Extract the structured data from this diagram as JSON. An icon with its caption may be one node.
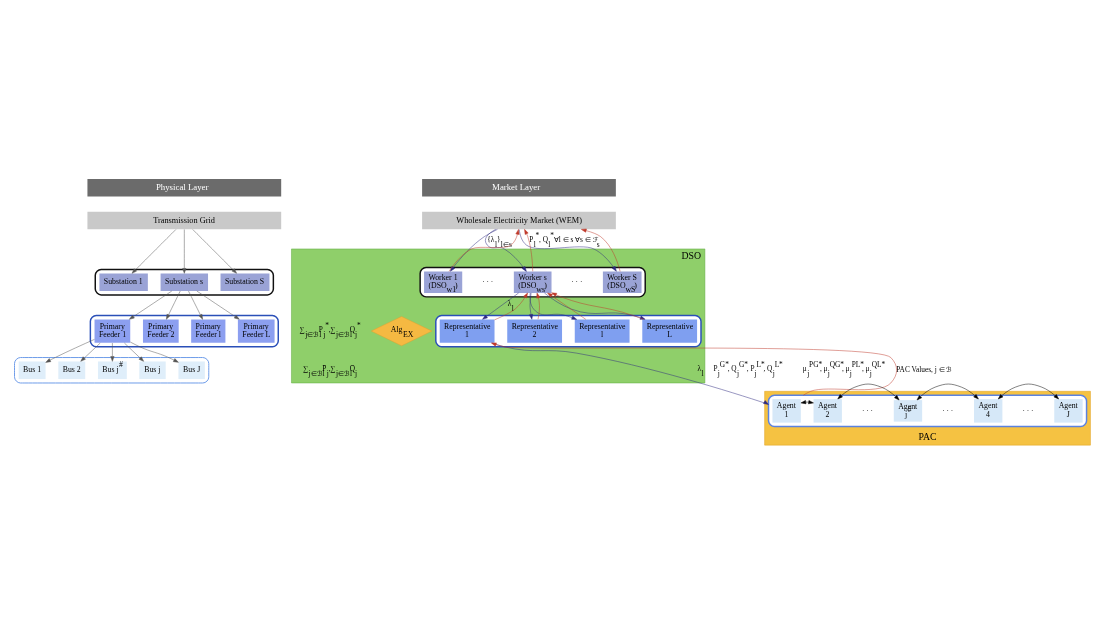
{
  "diagram": {
    "nodes": [
      {
        "text": [
          "Physical Layer"
        ]
      },
      {
        "text": [
          "Transmission Grid"
        ]
      },
      {
        "text": [],
        "shape": "box"
      },
      {
        "text": [
          "Substation 1"
        ],
        "in": 2
      },
      {
        "text": [
          "Substation s"
        ],
        "in": 2
      },
      {
        "text": [
          "Substation S"
        ],
        "in": 2
      },
      {
        "text": [],
        "shape": "box"
      },
      {
        "text": [
          "Primary Feeder 1"
        ],
        "in": 6
      },
      {
        "text": [
          "Primary Feeder 2"
        ],
        "in": 6
      },
      {
        "text": [
          "Primary Feeder l"
        ],
        "in": 6
      },
      {
        "text": [
          "Primary Feeder L"
        ],
        "in": 6
      },
      {
        "text": [],
        "shape": "box"
      },
      {
        "text": [
          "Bus 1"
        ],
        "in": 11
      },
      {
        "text": [
          "Bus 2"
        ],
        "in": 11
      },
      {
        "text": [
          "Bus j$^{#}$"
        ],
        "in": 11
      },
      {
        "text": [
          "Bus j"
        ],
        "in": 11
      },
      {
        "text": [
          "Bus J"
        ],
        "in": 11
      },
      {
        "text": [
          "Market Layer"
        ]
      },
      {
        "text": [
          "Wholesale Electricity Market (WEM)"
        ]
      },
      {
        "text": [
          "DSO"
        ]
      },
      {
        "text": [],
        "shape": "box",
        "in": 19
      },
      {
        "text": [
          "Worker 1 (DSO$_{w1}$)"
        ],
        "in": 20
      },
      {
        "text": [
          "Worker s (DSO$_{ws}$)"
        ],
        "in": 20
      },
      {
        "text": [
          "Worker S (DSO$_{wS}$)"
        ],
        "in": 20
      },
      {
        "text": [],
        "shape": "box",
        "in": 19
      },
      {
        "text": [
          "Representative 1"
        ],
        "in": 24
      },
      {
        "text": [
          "Representative 2"
        ],
        "in": 24
      },
      {
        "text": [
          "Representative l"
        ],
        "in": 24
      },
      {
        "text": [
          "Representative L"
        ],
        "in": 24
      },
      {
        "text": [
          "Alg$_{EX}$"
        ],
        "in": 19
      },
      {
        "text": [
          "PAC"
        ]
      },
      {
        "text": [],
        "shape": "box",
        "in": 30
      },
      {
        "text": [
          "Agent 1"
        ],
        "in": 31
      },
      {
        "text": [
          "Agent 2"
        ],
        "in": 31
      },
      {
        "text": [
          "Agent j$^{#}$"
        ],
        "in": 31
      },
      {
        "text": [
          "Agent 4"
        ],
        "in": 31
      },
      {
        "text": [
          "Agent J"
        ],
        "in": 31
      }
    ],
    "edges": [
      {
        "from": 1,
        "to": 3,
        "arrow": "to"
      },
      {
        "from": 1,
        "to": 4,
        "arrow": "to"
      },
      {
        "from": 1,
        "to": 5,
        "arrow": "to"
      },
      {
        "from": 4,
        "to": 7,
        "arrow": "to"
      },
      {
        "from": 4,
        "to": 8,
        "arrow": "to"
      },
      {
        "from": 4,
        "to": 9,
        "arrow": "to"
      },
      {
        "from": 4,
        "to": 10,
        "arrow": "to"
      },
      {
        "from": 7,
        "to": 12,
        "arrow": "to"
      },
      {
        "from": 7,
        "to": 13,
        "arrow": "to"
      },
      {
        "from": 7,
        "to": 14,
        "arrow": "to"
      },
      {
        "from": 7,
        "to": 15,
        "arrow": "to"
      },
      {
        "from": 7,
        "to": 16,
        "arrow": "to"
      },
      {
        "from": 18,
        "to": 21,
        "arrow": "to",
        "color": "#2e2a80"
      },
      {
        "from": 21,
        "to": 18,
        "arrow": "to",
        "color": "#c0392b"
      },
      {
        "from": 18,
        "to": 22,
        "arrow": "to",
        "color": "#2e2a80",
        "label": "{λ$_{l}$}$_{l∈s}$"
      },
      {
        "from": 22,
        "to": 18,
        "arrow": "to",
        "color": "#c0392b",
        "label": "P$_{l}$$^{*}$, Q$_{l}$$^{*}$∀l ∈ s ∀s ∈ ℱ$_{s}$"
      },
      {
        "from": 18,
        "to": 23,
        "arrow": "to",
        "color": "#2e2a80"
      },
      {
        "from": 23,
        "to": 18,
        "arrow": "to",
        "color": "#c0392b"
      },
      {
        "from": 22,
        "to": 25,
        "arrow": "to",
        "color": "#2e2a80",
        "label": "λ$_{l}$"
      },
      {
        "from": 25,
        "to": 22,
        "arrow": "to",
        "color": "#c0392b"
      },
      {
        "from": 22,
        "to": 26,
        "arrow": "to",
        "color": "#2e2a80"
      },
      {
        "from": 26,
        "to": 22,
        "arrow": "to",
        "color": "#c0392b"
      },
      {
        "from": 27,
        "to": 22,
        "arrow": "to",
        "color": "#c0392b"
      },
      {
        "from": 22,
        "to": 27,
        "arrow": "to",
        "color": "#2e2a80"
      },
      {
        "from": 28,
        "to": 22,
        "arrow": "to",
        "color": "#c0392b"
      },
      {
        "from": 22,
        "to": 28,
        "arrow": "to",
        "color": "#2e2a80"
      },
      {
        "from": 25,
        "to": 31,
        "arrow": "to",
        "color": "#2e2a80",
        "label": "λ$_{l}$"
      },
      {
        "from": 31,
        "to": 25,
        "arrow": "to",
        "color": "#c0392b",
        "label": "PAC Values, j ∈ ℬ"
      },
      {
        "from": 32,
        "to": 33,
        "arrow": "both",
        "color": "#000000"
      },
      {
        "from": 33,
        "to": 34,
        "arrow": "both",
        "color": "#000000"
      },
      {
        "from": 34,
        "to": 35,
        "arrow": "both",
        "color": "#000000"
      },
      {
        "from": 35,
        "to": 36,
        "arrow": "both",
        "color": "#000000"
      }
    ],
    "labels": [
      "· · ·",
      "· · ·",
      "∑$_{j∈ℬl}$P$_{j}$$^{*}$,∑$_{j∈ℬl}$Q$_{j}$$^{*}$",
      "∑$_{j∈ℬl}$P̄$_{j}$,∑$_{j∈ℬl}$Q̄$_{j}$",
      "P$_{j}$$^{G*}$, Q$_{j}$$^{G*}$, P$_{j}$$^{L*}$, Q$_{j}$$^{L*}$",
      "μ$_{j}$$^{PG*}$, μ$_{j}$$^{QG*}$, μ$_{j}$$^{PL*}$, μ$_{j}$$^{QL*}$",
      "· · ·",
      "· · ·",
      "· · ·"
    ]
  }
}
